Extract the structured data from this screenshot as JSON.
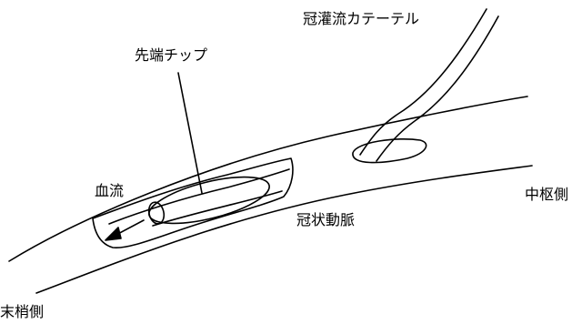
{
  "labels": {
    "catheter": "冠灌流カテーテル",
    "tip": "先端チップ",
    "blood_flow": "血流",
    "central_side": "中枢側",
    "coronary_artery": "冠状動脈",
    "distal_side": "末梢側"
  },
  "colors": {
    "line": "#000000",
    "background": "#ffffff"
  }
}
